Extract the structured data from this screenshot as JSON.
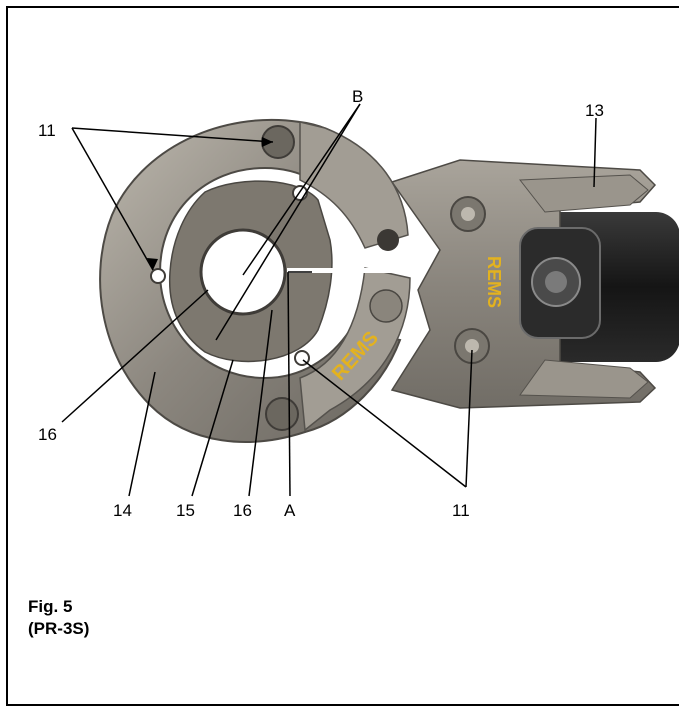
{
  "figure": {
    "caption_line1": "Fig. 5",
    "caption_line2": "(PR-3S)"
  },
  "labels": {
    "part_11_top": "11",
    "part_b": "B",
    "part_13": "13",
    "part_16_left": "16",
    "part_14": "14",
    "part_15": "15",
    "part_16_bottom": "16",
    "part_a": "A",
    "part_11_bottom": "11"
  },
  "brand": {
    "jaw_text": "REMS",
    "tool_text": "REMS"
  },
  "colors": {
    "frame": "#000000",
    "steel_dark": "#6e6a63",
    "steel_mid": "#8f8a82",
    "steel_light": "#b8b3aa",
    "brand_yellow": "#e3b21f",
    "handle": "#1c1c1c"
  }
}
